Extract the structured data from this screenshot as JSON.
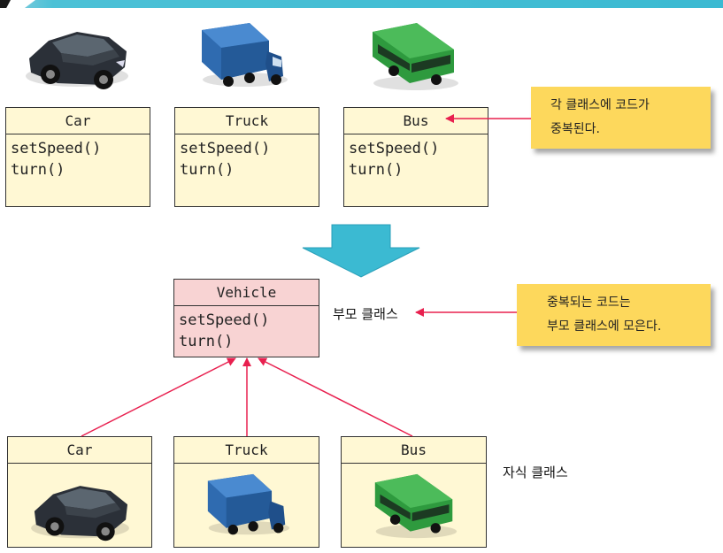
{
  "top_classes": [
    {
      "name": "Car",
      "methods": [
        "setSpeed()",
        "turn()"
      ],
      "image": "car-icon"
    },
    {
      "name": "Truck",
      "methods": [
        "setSpeed()",
        "turn()"
      ],
      "image": "truck-icon"
    },
    {
      "name": "Bus",
      "methods": [
        "setSpeed()",
        "turn()"
      ],
      "image": "bus-icon"
    }
  ],
  "parent_class": {
    "name": "Vehicle",
    "methods": [
      "setSpeed()",
      "turn()"
    ]
  },
  "child_classes": [
    {
      "name": "Car",
      "image": "car-icon"
    },
    {
      "name": "Truck",
      "image": "truck-icon"
    },
    {
      "name": "Bus",
      "image": "bus-icon"
    }
  ],
  "notes": {
    "duplicate": [
      "각 클래스에 코드가",
      "중복된다."
    ],
    "collect": [
      "중복되는 코드는",
      "부모 클래스에 모은다."
    ]
  },
  "labels": {
    "parent": "부모 클래스",
    "child": "자식 클래스"
  },
  "colors": {
    "class_fill": "#fff8d4",
    "parent_fill": "#f8d3d3",
    "note_fill": "#fdd85c",
    "arrow": "#e8204f",
    "big_arrow": "#3bbad2",
    "car": "#2b3038",
    "truck": "#2f6bb0",
    "bus": "#2e9a3e"
  }
}
